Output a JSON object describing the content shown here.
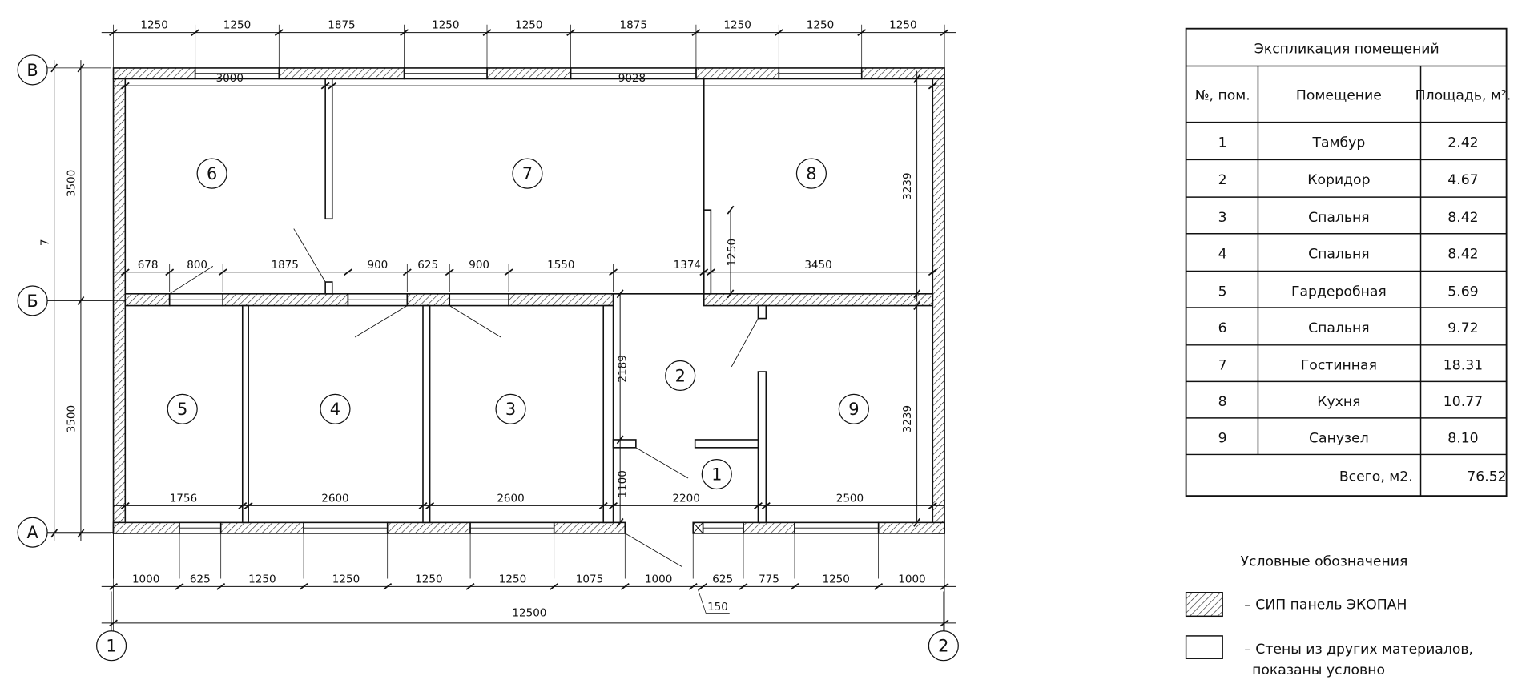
{
  "axes": {
    "row_v": "В",
    "row_b": "Б",
    "row_a": "А",
    "col_1": "1",
    "col_2": "2"
  },
  "rooms": [
    "1",
    "2",
    "3",
    "4",
    "5",
    "6",
    "7",
    "8",
    "9"
  ],
  "dimensions": {
    "top": [
      "1250",
      "1250",
      "1875",
      "1250",
      "1250",
      "1875",
      "1250",
      "1250",
      "1250"
    ],
    "inner_top": [
      "3000",
      "9028"
    ],
    "middle": [
      "678",
      "800",
      "1875",
      "900",
      "625",
      "900",
      "1550",
      "1374",
      "3450"
    ],
    "inner_bottom": [
      "1756",
      "2600",
      "2600",
      "2200",
      "2500"
    ],
    "bottom": [
      "1000",
      "625",
      "1250",
      "1250",
      "1250",
      "1250",
      "1075",
      "1000",
      "625",
      "775",
      "1250",
      "1000"
    ],
    "column_width": "150",
    "total_width": "12500",
    "left_total": "7000",
    "left_parts": [
      "3500",
      "3500"
    ],
    "right_parts": [
      "3239",
      "3239"
    ],
    "kitchen_wall": "1250",
    "corridor_h": "2189",
    "vestibule_h": "1100"
  },
  "table": {
    "title": "Экспликация помещений",
    "headers": [
      "№,  пом.",
      "Помещение",
      "Площадь, м²."
    ],
    "rows": [
      [
        "1",
        "Тамбур",
        "2.42"
      ],
      [
        "2",
        "Коридор",
        "4.67"
      ],
      [
        "3",
        "Спальня",
        "8.42"
      ],
      [
        "4",
        "Спальня",
        "8.42"
      ],
      [
        "5",
        "Гардеробная",
        "5.69"
      ],
      [
        "6",
        "Спальня",
        "9.72"
      ],
      [
        "7",
        "Гостинная",
        "18.31"
      ],
      [
        "8",
        "Кухня",
        "10.77"
      ],
      [
        "9",
        "Санузел",
        "8.10"
      ]
    ],
    "total_label": "Всего, м2.",
    "total_value": "76.52"
  },
  "legend": {
    "title": "Условные обозначения",
    "items": [
      {
        "text": "–  СИП панель ЭКОПАН"
      },
      {
        "text": "–  Стены из других материалов,",
        "text2": "показаны условно"
      }
    ]
  }
}
